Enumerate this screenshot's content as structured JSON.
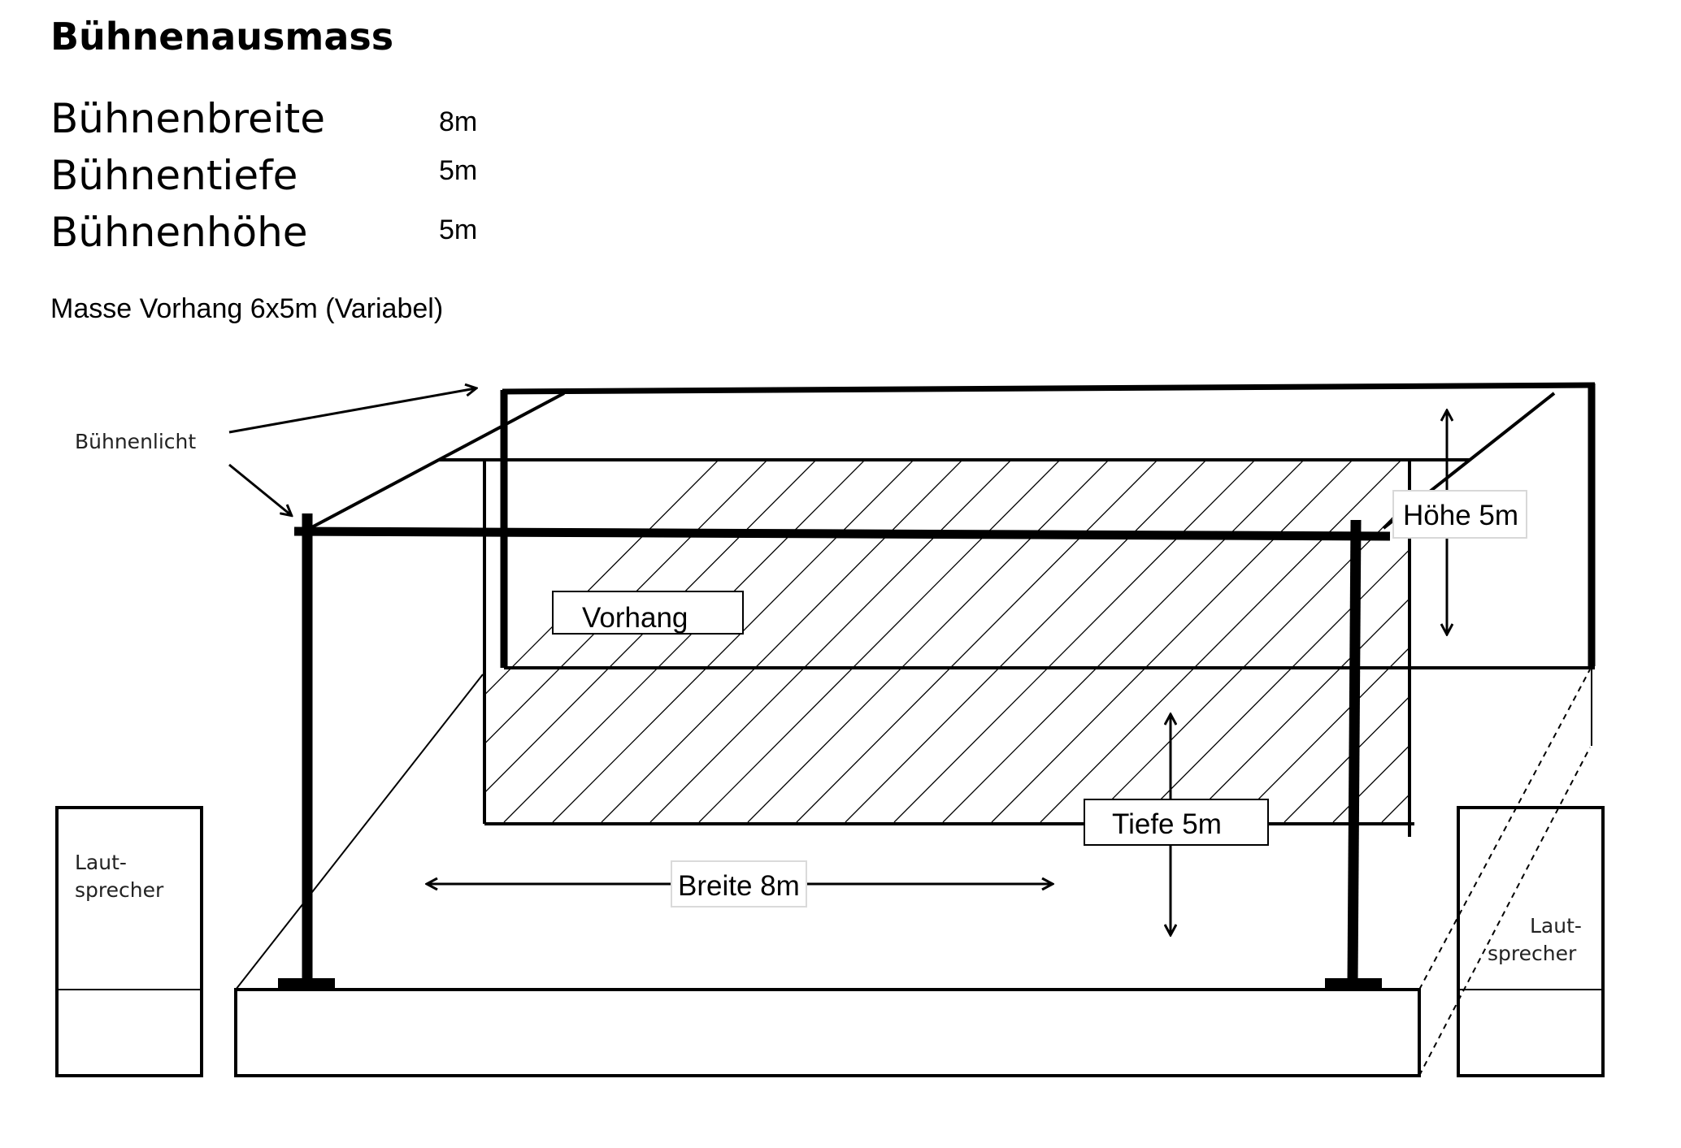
{
  "title": "Bühnenausmass",
  "dimensions": [
    {
      "label": "Bühnenbreite",
      "value": "8m"
    },
    {
      "label": "Bühnentiefe",
      "value": "5m"
    },
    {
      "label": "Bühnenhöhe",
      "value": "5m"
    }
  ],
  "curtain_note": "Masse Vorhang 6x5m (Variabel)",
  "diagram": {
    "light_label": "Bühnenlicht",
    "curtain_label": "Vorhang",
    "height_label": "Höhe 5m",
    "depth_label": "Tiefe 5m",
    "width_label": "Breite 8m",
    "speaker_left": {
      "line1": "Laut-",
      "line2": "sprecher"
    },
    "speaker_right": {
      "line1": "Laut-",
      "line2": "sprecher"
    }
  }
}
